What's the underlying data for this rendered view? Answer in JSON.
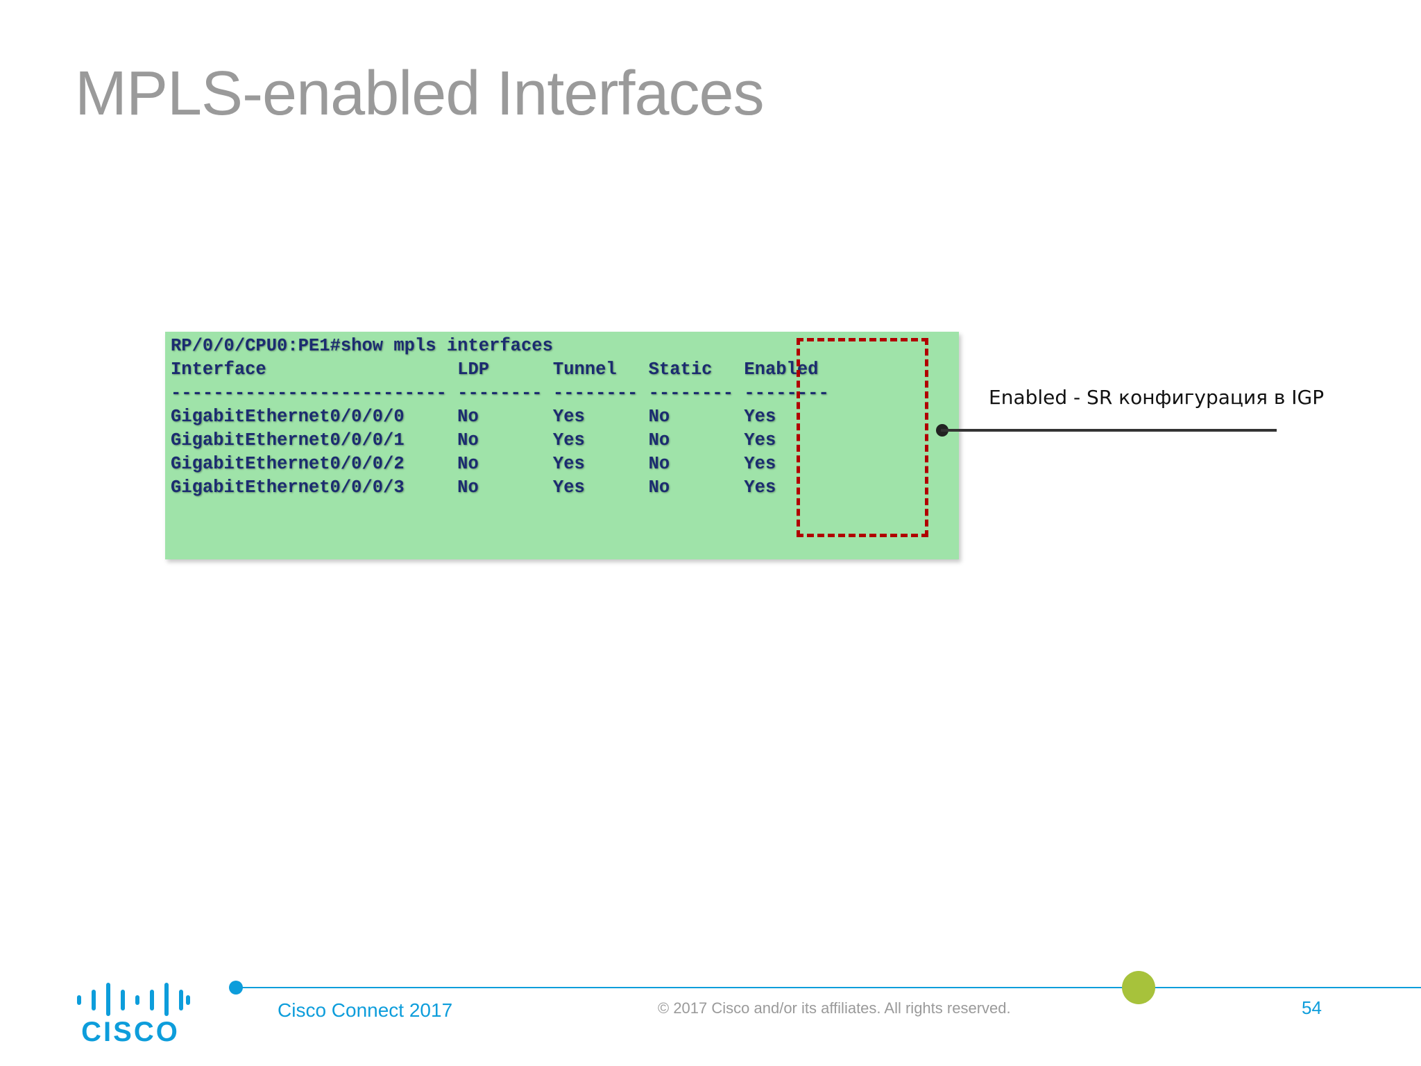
{
  "slide": {
    "title": "MPLS-enabled Interfaces"
  },
  "terminal": {
    "lines": [
      "RP/0/0/CPU0:PE1#show mpls interfaces",
      "Interface                  LDP      Tunnel   Static   Enabled",
      "-------------------------- -------- -------- -------- --------",
      "GigabitEthernet0/0/0/0     No       Yes      No       Yes",
      "GigabitEthernet0/0/0/1     No       Yes      No       Yes",
      "GigabitEthernet0/0/0/2     No       Yes      No       Yes",
      "GigabitEthernet0/0/0/3     No       Yes      No       Yes"
    ]
  },
  "callout": {
    "text": "Enabled - SR конфигурация в IGP"
  },
  "footer": {
    "logo_text": "CISCO",
    "event": "Cisco Connect 2017",
    "copyright": "© 2017  Cisco and/or its affiliates. All rights reserved.",
    "page_number": "54"
  },
  "colors": {
    "terminal_bg": "#9fe3a9",
    "terminal_text": "#1b2c70",
    "highlight_border": "#b00000",
    "accent_blue": "#0d9ddb",
    "accent_green": "#a7c23b",
    "title_gray": "#9a9a9a"
  }
}
